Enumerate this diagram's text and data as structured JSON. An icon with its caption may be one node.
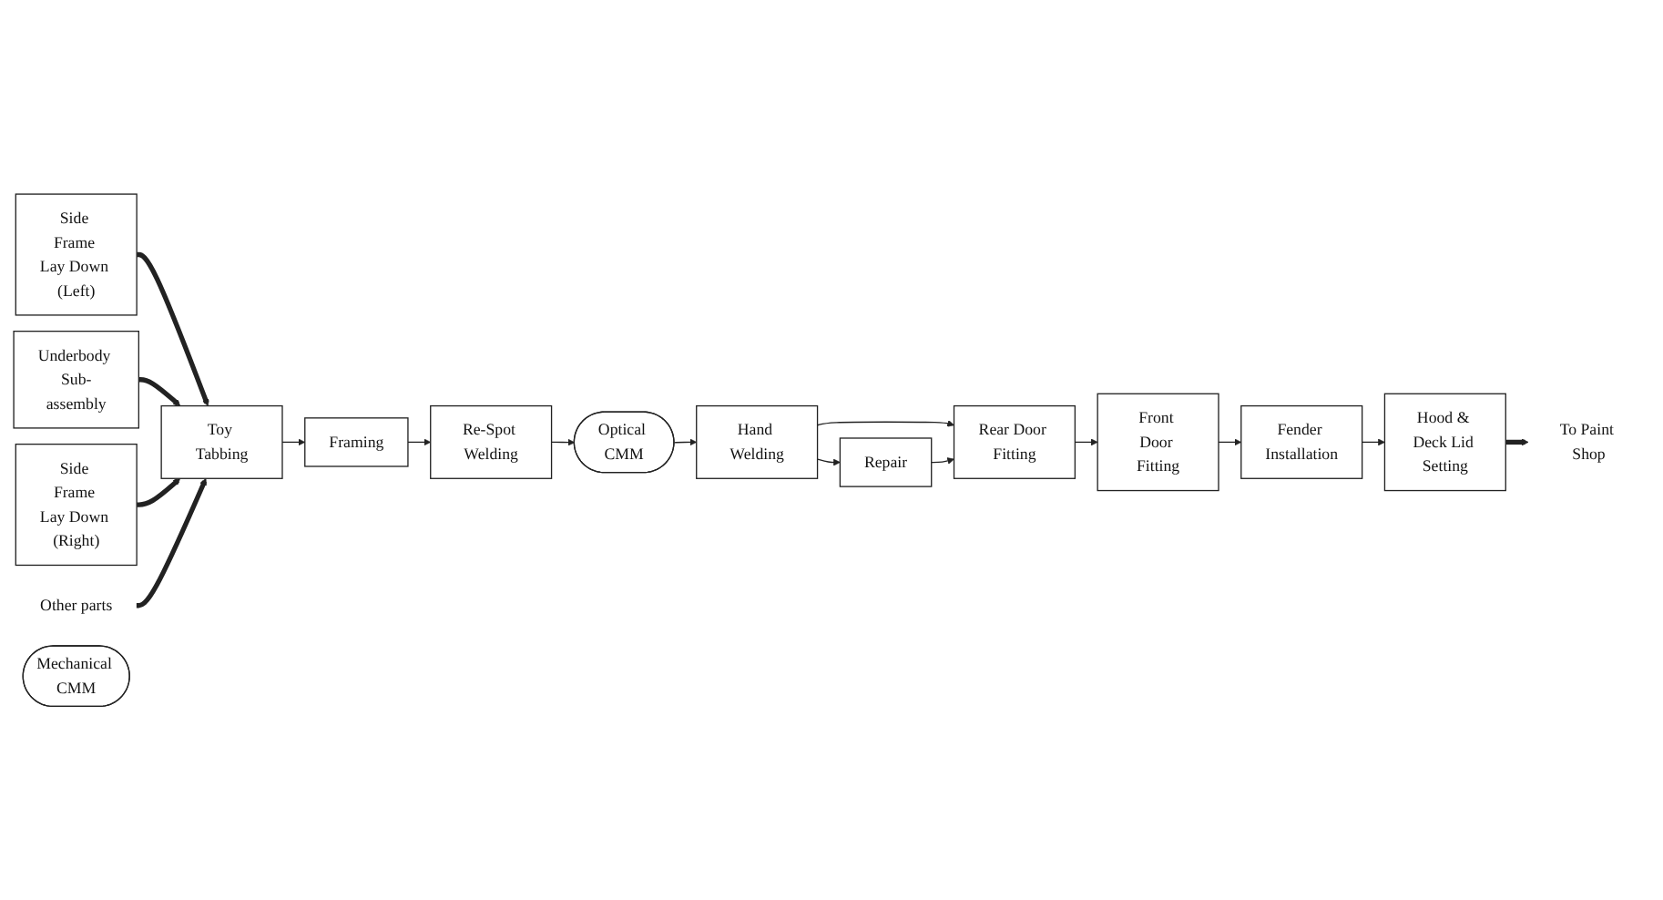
{
  "diagram": {
    "nodes": [
      {
        "text": [
          "To Paint Shop"
        ]
      },
      {
        "text": [
          "Hood & Deck Lid Setting"
        ]
      },
      {
        "text": [
          "Fender Installation"
        ]
      },
      {
        "text": [
          "Front Door Fitting"
        ]
      },
      {
        "text": [
          "Rear Door Fitting"
        ]
      },
      {
        "text": [
          "Side Frame Lay Down (Left)"
        ]
      },
      {
        "text": [
          "Other parts"
        ]
      },
      {
        "text": [
          "Repair"
        ]
      },
      {
        "text": [
          "Underbody Sub-assembly"
        ]
      },
      {
        "text": [
          "Toy Tabbing"
        ]
      },
      {
        "text": [
          "Framing"
        ]
      },
      {
        "text": [
          "Re-Spot Welding"
        ]
      },
      {
        "text": [
          "Optical CMM"
        ]
      },
      {
        "text": [
          "Hand Welding"
        ]
      },
      {
        "text": [
          "Side Frame Lay Down (Right)"
        ]
      },
      {
        "text": [
          "Mechanical CMM"
        ]
      }
    ],
    "edges": [
      {
        "from": 1,
        "to": 0,
        "arrow": "to",
        "style": "thick"
      },
      {
        "from": 2,
        "to": 1,
        "arrow": "to"
      },
      {
        "from": 3,
        "to": 2,
        "arrow": "to"
      },
      {
        "from": 4,
        "to": 3,
        "arrow": "to"
      },
      {
        "from": 5,
        "to": 9,
        "arrow": "to",
        "style": "thick"
      },
      {
        "from": 8,
        "to": 9,
        "arrow": "to",
        "style": "thick"
      },
      {
        "from": 14,
        "to": 9,
        "arrow": "to",
        "style": "thick"
      },
      {
        "from": 6,
        "to": 9,
        "arrow": "to",
        "style": "thick"
      },
      {
        "from": 9,
        "to": 10,
        "arrow": "to"
      },
      {
        "from": 10,
        "to": 11,
        "arrow": "to"
      },
      {
        "from": 11,
        "to": 12,
        "arrow": "to"
      },
      {
        "from": 12,
        "to": 13,
        "arrow": "to"
      },
      {
        "from": 13,
        "to": 4,
        "arrow": "to"
      },
      {
        "from": 13,
        "to": 7,
        "arrow": "to"
      },
      {
        "from": 7,
        "to": 4,
        "arrow": "to"
      }
    ]
  }
}
